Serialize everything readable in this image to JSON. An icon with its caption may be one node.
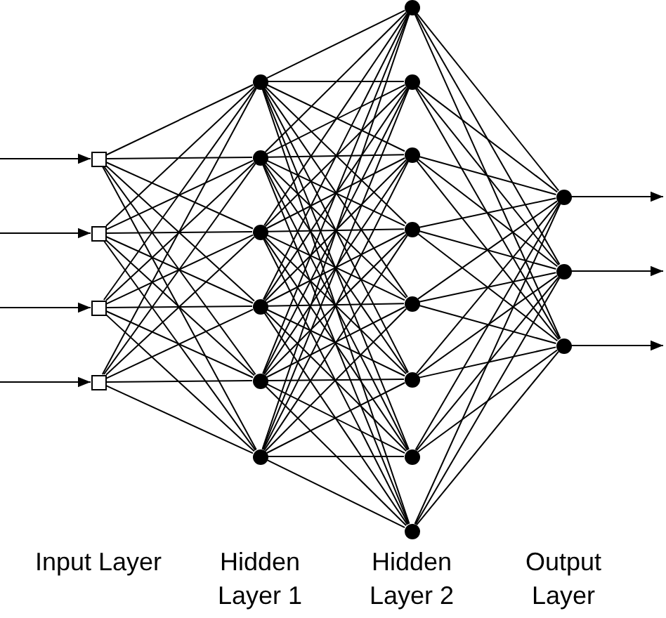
{
  "diagram": {
    "nodes": [
      {
        "text": [],
        "shape": "box"
      },
      {
        "text": [],
        "shape": "box"
      },
      {
        "text": [],
        "shape": "box"
      },
      {
        "text": [],
        "shape": "box"
      },
      {
        "text": [],
        "shape": "circle"
      },
      {
        "text": [],
        "shape": "circle"
      },
      {
        "text": [],
        "shape": "circle"
      },
      {
        "text": [],
        "shape": "circle"
      },
      {
        "text": [],
        "shape": "circle"
      },
      {
        "text": [],
        "shape": "circle"
      },
      {
        "text": [],
        "shape": "circle"
      },
      {
        "text": [],
        "shape": "circle"
      },
      {
        "text": [],
        "shape": "circle"
      },
      {
        "text": [],
        "shape": "circle"
      },
      {
        "text": [],
        "shape": "circle"
      },
      {
        "text": [],
        "shape": "circle"
      },
      {
        "text": [],
        "shape": "circle"
      },
      {
        "text": [],
        "shape": "circle"
      },
      {
        "text": [],
        "shape": "circle"
      },
      {
        "text": [],
        "shape": "circle"
      },
      {
        "text": [],
        "shape": "circle"
      }
    ],
    "edges": [
      {
        "from": null,
        "to": 0,
        "arrow": "to"
      },
      {
        "from": null,
        "to": 1,
        "arrow": "to"
      },
      {
        "from": null,
        "to": 2,
        "arrow": "to"
      },
      {
        "from": null,
        "to": 3,
        "arrow": "to"
      },
      {
        "from": 0,
        "to": 4,
        "arrow": "none"
      },
      {
        "from": 0,
        "to": 5,
        "arrow": "none"
      },
      {
        "from": 0,
        "to": 6,
        "arrow": "none"
      },
      {
        "from": 0,
        "to": 7,
        "arrow": "none"
      },
      {
        "from": 0,
        "to": 8,
        "arrow": "none"
      },
      {
        "from": 0,
        "to": 9,
        "arrow": "none"
      },
      {
        "from": 1,
        "to": 4,
        "arrow": "none"
      },
      {
        "from": 1,
        "to": 5,
        "arrow": "none"
      },
      {
        "from": 1,
        "to": 6,
        "arrow": "none"
      },
      {
        "from": 1,
        "to": 7,
        "arrow": "none"
      },
      {
        "from": 1,
        "to": 8,
        "arrow": "none"
      },
      {
        "from": 1,
        "to": 9,
        "arrow": "none"
      },
      {
        "from": 2,
        "to": 4,
        "arrow": "none"
      },
      {
        "from": 2,
        "to": 5,
        "arrow": "none"
      },
      {
        "from": 2,
        "to": 6,
        "arrow": "none"
      },
      {
        "from": 2,
        "to": 7,
        "arrow": "none"
      },
      {
        "from": 2,
        "to": 8,
        "arrow": "none"
      },
      {
        "from": 2,
        "to": 9,
        "arrow": "none"
      },
      {
        "from": 3,
        "to": 4,
        "arrow": "none"
      },
      {
        "from": 3,
        "to": 5,
        "arrow": "none"
      },
      {
        "from": 3,
        "to": 6,
        "arrow": "none"
      },
      {
        "from": 3,
        "to": 7,
        "arrow": "none"
      },
      {
        "from": 3,
        "to": 8,
        "arrow": "none"
      },
      {
        "from": 3,
        "to": 9,
        "arrow": "none"
      },
      {
        "from": 4,
        "to": 10,
        "arrow": "none"
      },
      {
        "from": 4,
        "to": 11,
        "arrow": "none"
      },
      {
        "from": 4,
        "to": 12,
        "arrow": "none"
      },
      {
        "from": 4,
        "to": 13,
        "arrow": "none"
      },
      {
        "from": 4,
        "to": 14,
        "arrow": "none"
      },
      {
        "from": 4,
        "to": 15,
        "arrow": "none"
      },
      {
        "from": 4,
        "to": 16,
        "arrow": "none"
      },
      {
        "from": 4,
        "to": 17,
        "arrow": "none"
      },
      {
        "from": 5,
        "to": 10,
        "arrow": "none"
      },
      {
        "from": 5,
        "to": 11,
        "arrow": "none"
      },
      {
        "from": 5,
        "to": 12,
        "arrow": "none"
      },
      {
        "from": 5,
        "to": 13,
        "arrow": "none"
      },
      {
        "from": 5,
        "to": 14,
        "arrow": "none"
      },
      {
        "from": 5,
        "to": 15,
        "arrow": "none"
      },
      {
        "from": 5,
        "to": 16,
        "arrow": "none"
      },
      {
        "from": 5,
        "to": 17,
        "arrow": "none"
      },
      {
        "from": 6,
        "to": 10,
        "arrow": "none"
      },
      {
        "from": 6,
        "to": 11,
        "arrow": "none"
      },
      {
        "from": 6,
        "to": 12,
        "arrow": "none"
      },
      {
        "from": 6,
        "to": 13,
        "arrow": "none"
      },
      {
        "from": 6,
        "to": 14,
        "arrow": "none"
      },
      {
        "from": 6,
        "to": 15,
        "arrow": "none"
      },
      {
        "from": 6,
        "to": 16,
        "arrow": "none"
      },
      {
        "from": 6,
        "to": 17,
        "arrow": "none"
      },
      {
        "from": 7,
        "to": 10,
        "arrow": "none"
      },
      {
        "from": 7,
        "to": 11,
        "arrow": "none"
      },
      {
        "from": 7,
        "to": 12,
        "arrow": "none"
      },
      {
        "from": 7,
        "to": 13,
        "arrow": "none"
      },
      {
        "from": 7,
        "to": 14,
        "arrow": "none"
      },
      {
        "from": 7,
        "to": 15,
        "arrow": "none"
      },
      {
        "from": 7,
        "to": 16,
        "arrow": "none"
      },
      {
        "from": 7,
        "to": 17,
        "arrow": "none"
      },
      {
        "from": 8,
        "to": 10,
        "arrow": "none"
      },
      {
        "from": 8,
        "to": 11,
        "arrow": "none"
      },
      {
        "from": 8,
        "to": 12,
        "arrow": "none"
      },
      {
        "from": 8,
        "to": 13,
        "arrow": "none"
      },
      {
        "from": 8,
        "to": 14,
        "arrow": "none"
      },
      {
        "from": 8,
        "to": 15,
        "arrow": "none"
      },
      {
        "from": 8,
        "to": 16,
        "arrow": "none"
      },
      {
        "from": 8,
        "to": 17,
        "arrow": "none"
      },
      {
        "from": 9,
        "to": 10,
        "arrow": "none"
      },
      {
        "from": 9,
        "to": 11,
        "arrow": "none"
      },
      {
        "from": 9,
        "to": 12,
        "arrow": "none"
      },
      {
        "from": 9,
        "to": 13,
        "arrow": "none"
      },
      {
        "from": 9,
        "to": 14,
        "arrow": "none"
      },
      {
        "from": 9,
        "to": 15,
        "arrow": "none"
      },
      {
        "from": 9,
        "to": 16,
        "arrow": "none"
      },
      {
        "from": 9,
        "to": 17,
        "arrow": "none"
      },
      {
        "from": 10,
        "to": 18,
        "arrow": "none"
      },
      {
        "from": 10,
        "to": 19,
        "arrow": "none"
      },
      {
        "from": 10,
        "to": 20,
        "arrow": "none"
      },
      {
        "from": 11,
        "to": 18,
        "arrow": "none"
      },
      {
        "from": 11,
        "to": 19,
        "arrow": "none"
      },
      {
        "from": 11,
        "to": 20,
        "arrow": "none"
      },
      {
        "from": 12,
        "to": 18,
        "arrow": "none"
      },
      {
        "from": 12,
        "to": 19,
        "arrow": "none"
      },
      {
        "from": 12,
        "to": 20,
        "arrow": "none"
      },
      {
        "from": 13,
        "to": 18,
        "arrow": "none"
      },
      {
        "from": 13,
        "to": 19,
        "arrow": "none"
      },
      {
        "from": 13,
        "to": 20,
        "arrow": "none"
      },
      {
        "from": 14,
        "to": 18,
        "arrow": "none"
      },
      {
        "from": 14,
        "to": 19,
        "arrow": "none"
      },
      {
        "from": 14,
        "to": 20,
        "arrow": "none"
      },
      {
        "from": 15,
        "to": 18,
        "arrow": "none"
      },
      {
        "from": 15,
        "to": 19,
        "arrow": "none"
      },
      {
        "from": 15,
        "to": 20,
        "arrow": "none"
      },
      {
        "from": 16,
        "to": 18,
        "arrow": "none"
      },
      {
        "from": 16,
        "to": 19,
        "arrow": "none"
      },
      {
        "from": 16,
        "to": 20,
        "arrow": "none"
      },
      {
        "from": 17,
        "to": 18,
        "arrow": "none"
      },
      {
        "from": 17,
        "to": 19,
        "arrow": "none"
      },
      {
        "from": 17,
        "to": 20,
        "arrow": "none"
      },
      {
        "from": 18,
        "to": null,
        "arrow": "to"
      },
      {
        "from": 19,
        "to": null,
        "arrow": "to"
      },
      {
        "from": 20,
        "to": null,
        "arrow": "to"
      }
    ],
    "labels": [
      "Input Layer",
      "Hidden Layer 1",
      "Hidden Layer 2",
      "Output Layer"
    ]
  }
}
